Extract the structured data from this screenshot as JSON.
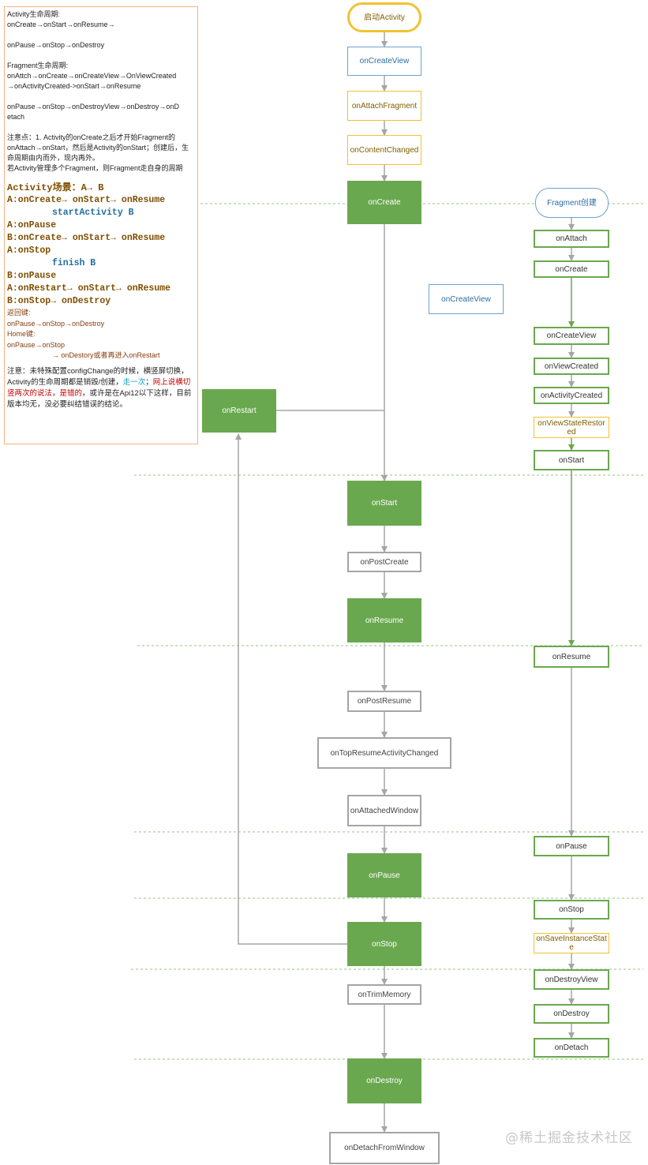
{
  "note": {
    "activity_title": "Activity生命周期:",
    "activity_line1": "onCreate→onStart→onResume→",
    "activity_line2": "onPause→onStop→onDestroy",
    "fragment_title": "Fragment生命周期:",
    "fragment_line1": "onAttch→onCreate→onCreateView→OnViewCreated",
    "fragment_line2": "→onActivityCreated->onStart→onResume",
    "fragment_line3": "onPause→onStop→onDestroyView→onDestroy→onD",
    "fragment_line4": "etach",
    "attention1": "注意点：1. Activity的onCreate之后才开始Fragment的onAttach→onStart，然后是Activity的onStart；创建后，生命周期由内而外，现内再外。",
    "attention2": "若Activity管理多个Fragment，则Fragment走自身的周期",
    "scene_title": "Activity场景：A→ B",
    "scene_1": "A:onCreate→ onStart→ onResume",
    "scene_2": "startActivity B",
    "scene_3": "A:onPause",
    "scene_4": "B:onCreate→ onStart→ onResume",
    "scene_5": "A:onStop",
    "scene_6": "finish B",
    "scene_7": "B:onPause",
    "scene_8": "A:onRestart→ onStart→ onResume",
    "scene_9": "B:onStop→ onDestroy",
    "back_title": "返回键:",
    "back_line": "onPause→onStop→onDestroy",
    "home_title": "Home键:",
    "home_line": "onPause→onStop",
    "home_line2": "→ onDestory或者再进入onRestart",
    "final_a": "注意：未特殊配置configChange的时候，横竖屏切换，Activity的生命周期都是销毁/创建，",
    "final_b": "走一次",
    "final_c": "；",
    "final_d": "网上说横切竖两次的说法，是错的",
    "final_e": "，或许是在Api12以下这样，目前版本均无，没必要纠结错误的结论。"
  },
  "activity_flow": {
    "start": "启动Activity",
    "onCreateView": "onCreateView",
    "onAttachFragment": "onAttachFragment",
    "onContentChanged": "onContentChanged",
    "onCreate": "onCreate",
    "onRestart": "onRestart",
    "onStart": "onStart",
    "onPostCreate": "onPostCreate",
    "onResume": "onResume",
    "onPostResume": "onPostResume",
    "onTopResumeActivityChanged": "onTopResumeActivityChanged",
    "onAttachedWindow": "onAttachedWindow",
    "onPause": "onPause",
    "onStop": "onStop",
    "onTrimMemory": "onTrimMemory",
    "onDestroy": "onDestroy",
    "onDetachFromWindow": "onDetachFromWindow"
  },
  "middle": {
    "onCreateView": "onCreateView"
  },
  "fragment_flow": {
    "start": "Fragment创建",
    "onAttach": "onAttach",
    "onCreate": "onCreate",
    "onCreateView": "onCreateView",
    "onViewCreated": "onViewCreated",
    "onActivityCreated": "onActivityCreated",
    "onViewStateRestored": "onViewStateRestored",
    "onStart": "onStart",
    "onResume": "onResume",
    "onPause": "onPause",
    "onStop": "onStop",
    "onSaveInstanceState": "onSaveInstanceState",
    "onDestroyView": "onDestroyView",
    "onDestroy": "onDestroy",
    "onDetach": "onDetach"
  },
  "watermark": "@稀土掘金技术社区",
  "colors": {
    "green": "#6aa84f",
    "gray_border": "#a5a5a5",
    "blue_border": "#6fa0d0",
    "yellow_border": "#f1c232",
    "dashed_line": "#93c47d",
    "arrow": "#a5a5a5",
    "note_border": "#f4b183"
  }
}
